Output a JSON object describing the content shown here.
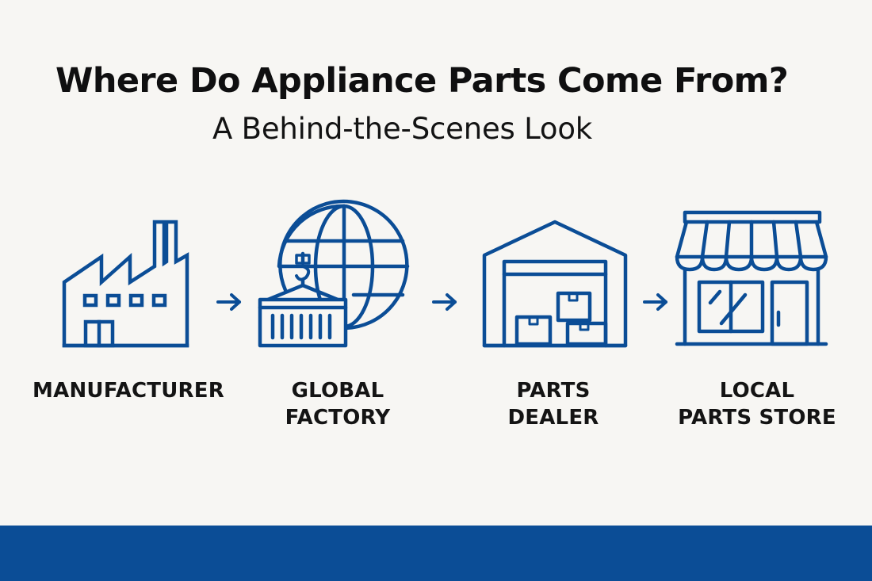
{
  "title": "Where Do Appliance Parts Come From?",
  "subtitle": "A Behind-the-Scenes Look",
  "colors": {
    "background": "#f7f6f3",
    "accent_blue": "#0b4d96",
    "text": "#111111"
  },
  "steps": [
    {
      "icon": "factory-icon",
      "label_lines": [
        "MANUFACTURER"
      ]
    },
    {
      "icon": "globe-container-icon",
      "label_lines": [
        "GLOBAL",
        "FACTORY"
      ]
    },
    {
      "icon": "warehouse-icon",
      "label_lines": [
        "PARTS",
        "DEALER"
      ]
    },
    {
      "icon": "storefront-icon",
      "label_lines": [
        "LOCAL",
        "PARTS STORE"
      ]
    }
  ],
  "connectors": [
    "arrow-right-icon",
    "arrow-right-icon",
    "arrow-right-icon"
  ]
}
